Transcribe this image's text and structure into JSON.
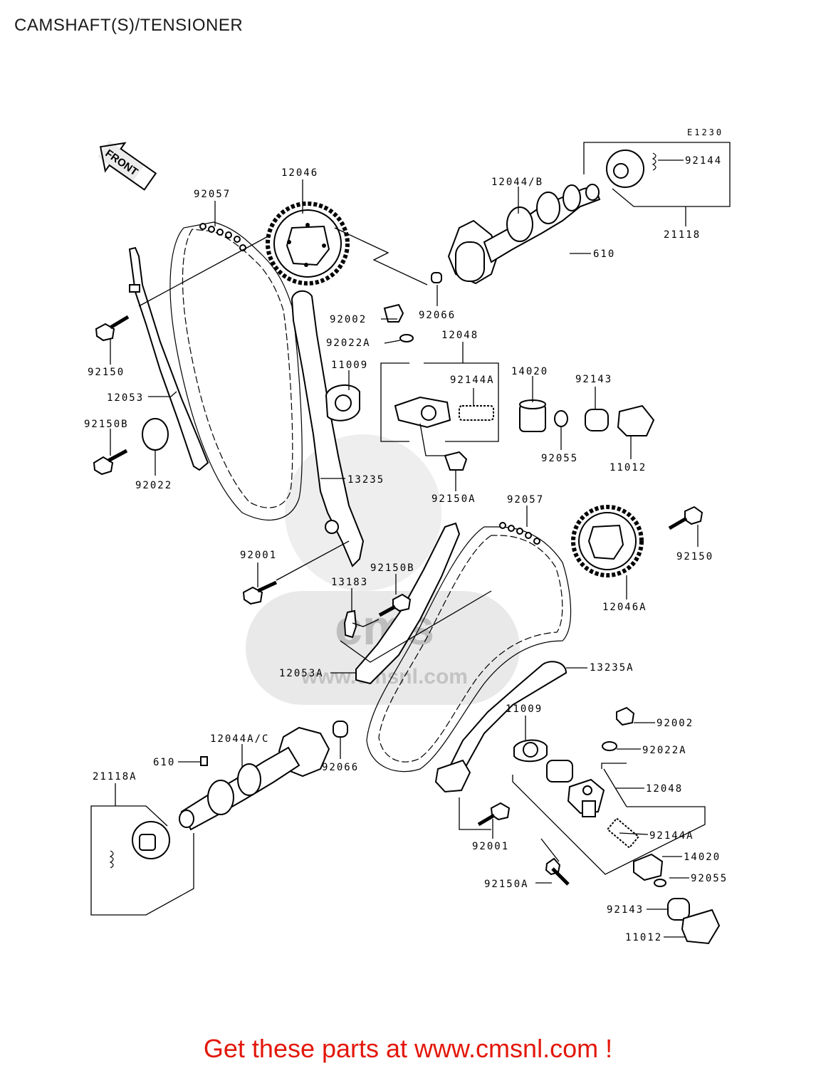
{
  "title": "CAMSHAFT(S)/TENSIONER",
  "diagram_code": "E1230",
  "front_label": "FRONT",
  "watermark": "cms",
  "watermark_url": "www.cmsnl.com",
  "labels": {
    "l92057a": "92057",
    "l12046": "12046",
    "l12044b": "12044/B",
    "l92144": "92144",
    "l21118": "21118",
    "l610a": "610",
    "l92002a": "92002",
    "l92066a": "92066",
    "l92022a_a": "92022A",
    "l12048a": "12048",
    "l11009a": "11009",
    "l92144a_a": "92144A",
    "l14020a": "14020",
    "l92143a": "92143",
    "l92055a": "92055",
    "l11012a": "11012",
    "l92150a_a": "92150A",
    "l92150a": "92150",
    "l12053": "12053",
    "l92150b_a": "92150B",
    "l92022": "92022",
    "l13235": "13235",
    "l92057b": "92057",
    "l92150b": "92150",
    "l12046a": "12046A",
    "l92001a": "92001",
    "l92150b_b": "92150B",
    "l13183": "13183",
    "l12053a": "12053A",
    "l13235a": "13235A",
    "l11009b": "11009",
    "l92002b": "92002",
    "l92022a_b": "92022A",
    "l12044ac": "12044A/C",
    "l610b": "610",
    "l92066b": "92066",
    "l21118a": "21118A",
    "l12048b": "12048",
    "l92144a_b": "92144A",
    "l92001b": "92001",
    "l14020b": "14020",
    "l92055b": "92055",
    "l92150a_b": "92150A",
    "l92143b": "92143",
    "l11012b": "11012"
  },
  "footer": {
    "text": "Get these parts at www.cmsnl.com !"
  },
  "colors": {
    "footer": "#e3170a",
    "watermark": "#c9c9c9",
    "line": "#000000"
  }
}
